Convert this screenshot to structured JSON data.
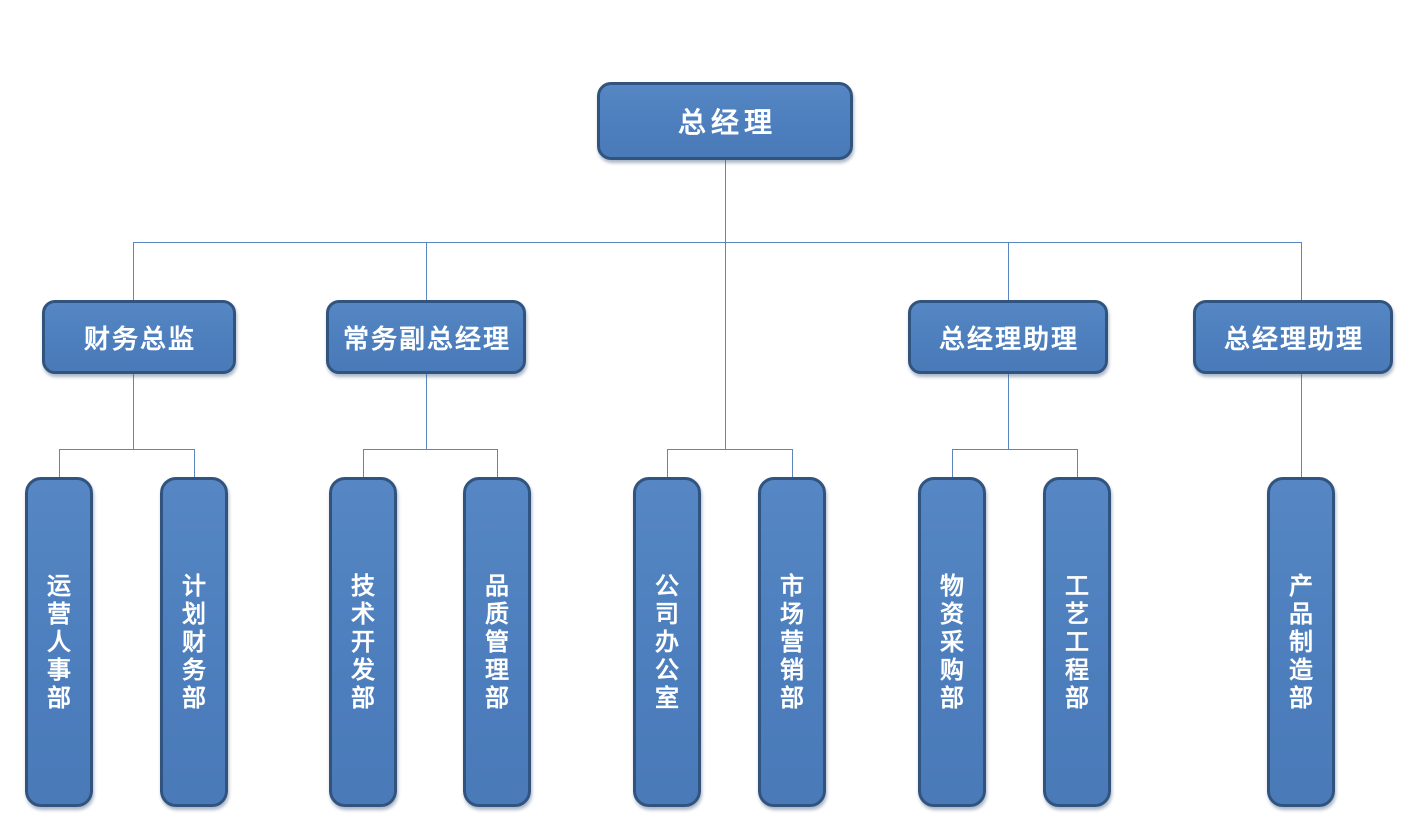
{
  "org_chart": {
    "type": "org-tree",
    "root": {
      "label": "总经理",
      "direct_departments": [
        "公司办公室",
        "市场营销部"
      ]
    },
    "managers": [
      {
        "label": "财务总监",
        "departments": [
          "运营人事部",
          "计划财务部"
        ]
      },
      {
        "label": "常务副总经理",
        "departments": [
          "技术开发部",
          "品质管理部"
        ]
      },
      {
        "label": "总经理助理",
        "departments": [
          "物资采购部",
          "工艺工程部"
        ]
      },
      {
        "label": "总经理助理",
        "departments": [
          "产品制造部"
        ]
      }
    ],
    "colors": {
      "box_fill": "#4d7ebd",
      "box_border": "#31547f",
      "connector_line": "#5b87c0",
      "text": "#ffffff",
      "background": "#ffffff"
    }
  }
}
